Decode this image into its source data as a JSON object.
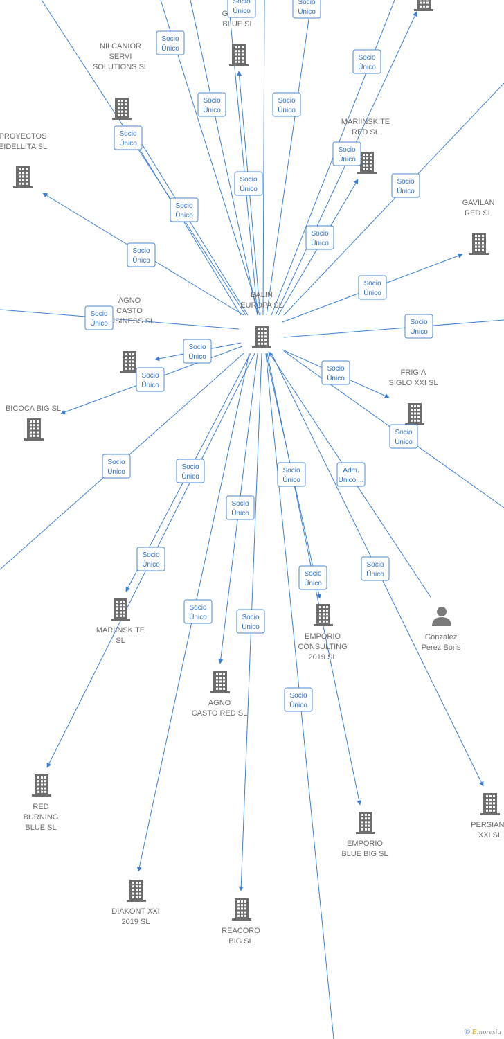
{
  "colors": {
    "edge": "#3a7fd5",
    "badge_border": "#4a88d6",
    "badge_text": "#2d70c8",
    "node_icon": "#6d6d6d",
    "label": "#6b6b6b"
  },
  "center": {
    "id": "balin",
    "label": [
      "BALIN",
      "EUROPA  SL"
    ]
  },
  "nodes": [
    {
      "id": "gavilan-blue",
      "label": [
        "GAVILAN",
        "BLUE  SL"
      ],
      "type": "company"
    },
    {
      "id": "top-right",
      "label": [],
      "type": "company"
    },
    {
      "id": "nilcanior",
      "label": [
        "NILCANIOR",
        "SERVI",
        "SOLUTIONS  SL"
      ],
      "type": "company"
    },
    {
      "id": "proyectos",
      "label": [
        "PROYECTOS",
        "EIDELLITA  SL"
      ],
      "type": "company"
    },
    {
      "id": "mariinskite-red",
      "label": [
        "MARIINSKITE",
        "RED  SL"
      ],
      "type": "company"
    },
    {
      "id": "gavilan-red",
      "label": [
        "GAVILAN",
        "RED  SL"
      ],
      "type": "company"
    },
    {
      "id": "agno-casto-business",
      "label": [
        "AGNO",
        "CASTO",
        "BUSINESS  SL"
      ],
      "type": "company"
    },
    {
      "id": "bicoca-big",
      "label": [
        "BICOCA BIG  SL"
      ],
      "type": "company"
    },
    {
      "id": "frigia",
      "label": [
        "FRIGIA",
        "SIGLO XXI  SL"
      ],
      "type": "company"
    },
    {
      "id": "mariinskite",
      "label": [
        "MARIINSKITE",
        "SL"
      ],
      "type": "company"
    },
    {
      "id": "emporio-consulting",
      "label": [
        "EMPORIO",
        "CONSULTING",
        "2019  SL"
      ],
      "type": "company"
    },
    {
      "id": "gonzalez",
      "label": [
        "Gonzalez",
        "Perez Boris"
      ],
      "type": "person"
    },
    {
      "id": "agno-casto-red",
      "label": [
        "AGNO",
        "CASTO RED  SL"
      ],
      "type": "company"
    },
    {
      "id": "red-burning",
      "label": [
        "RED",
        "BURNING",
        "BLUE  SL"
      ],
      "type": "company"
    },
    {
      "id": "emporio-blue",
      "label": [
        "EMPORIO",
        "BLUE BIG  SL"
      ],
      "type": "company"
    },
    {
      "id": "persiana",
      "label": [
        "PERSIANA",
        "XXI  SL"
      ],
      "type": "company"
    },
    {
      "id": "diakont",
      "label": [
        "DIAKONT XXI",
        "2019  SL"
      ],
      "type": "company"
    },
    {
      "id": "reacoro",
      "label": [
        "REACORO",
        "BIG  SL"
      ],
      "type": "company"
    }
  ],
  "badges": [
    [
      "Socio",
      "Único"
    ],
    [
      "Socio",
      "Único"
    ],
    [
      "Socio",
      "Único"
    ],
    [
      "Socio",
      "Único"
    ],
    [
      "Socio",
      "Único"
    ],
    [
      "Socio",
      "Único"
    ],
    [
      "Socio",
      "Único"
    ],
    [
      "Socio",
      "Único"
    ],
    [
      "Socio",
      "Único"
    ],
    [
      "Socio",
      "Único"
    ],
    [
      "Socio",
      "Único"
    ],
    [
      "Socio",
      "Único"
    ],
    [
      "Socio",
      "Único"
    ],
    [
      "Socio",
      "Único"
    ],
    [
      "Socio",
      "Único"
    ],
    [
      "Socio",
      "Único"
    ],
    [
      "Socio",
      "Único"
    ],
    [
      "Socio",
      "Único"
    ],
    [
      "Socio",
      "Único"
    ],
    [
      "Socio",
      "Único"
    ],
    [
      "Socio",
      "Único"
    ],
    [
      "Socio",
      "Único"
    ],
    [
      "Socio",
      "Único"
    ],
    [
      "Socio",
      "Único"
    ],
    [
      "Socio",
      "Único"
    ],
    [
      "Socio",
      "Único"
    ],
    [
      "Socio",
      "Único"
    ],
    [
      "Adm.",
      "Unico,..."
    ]
  ],
  "footer": {
    "copyright": "©",
    "brand": "mpresia",
    "brand_initial": "E"
  }
}
